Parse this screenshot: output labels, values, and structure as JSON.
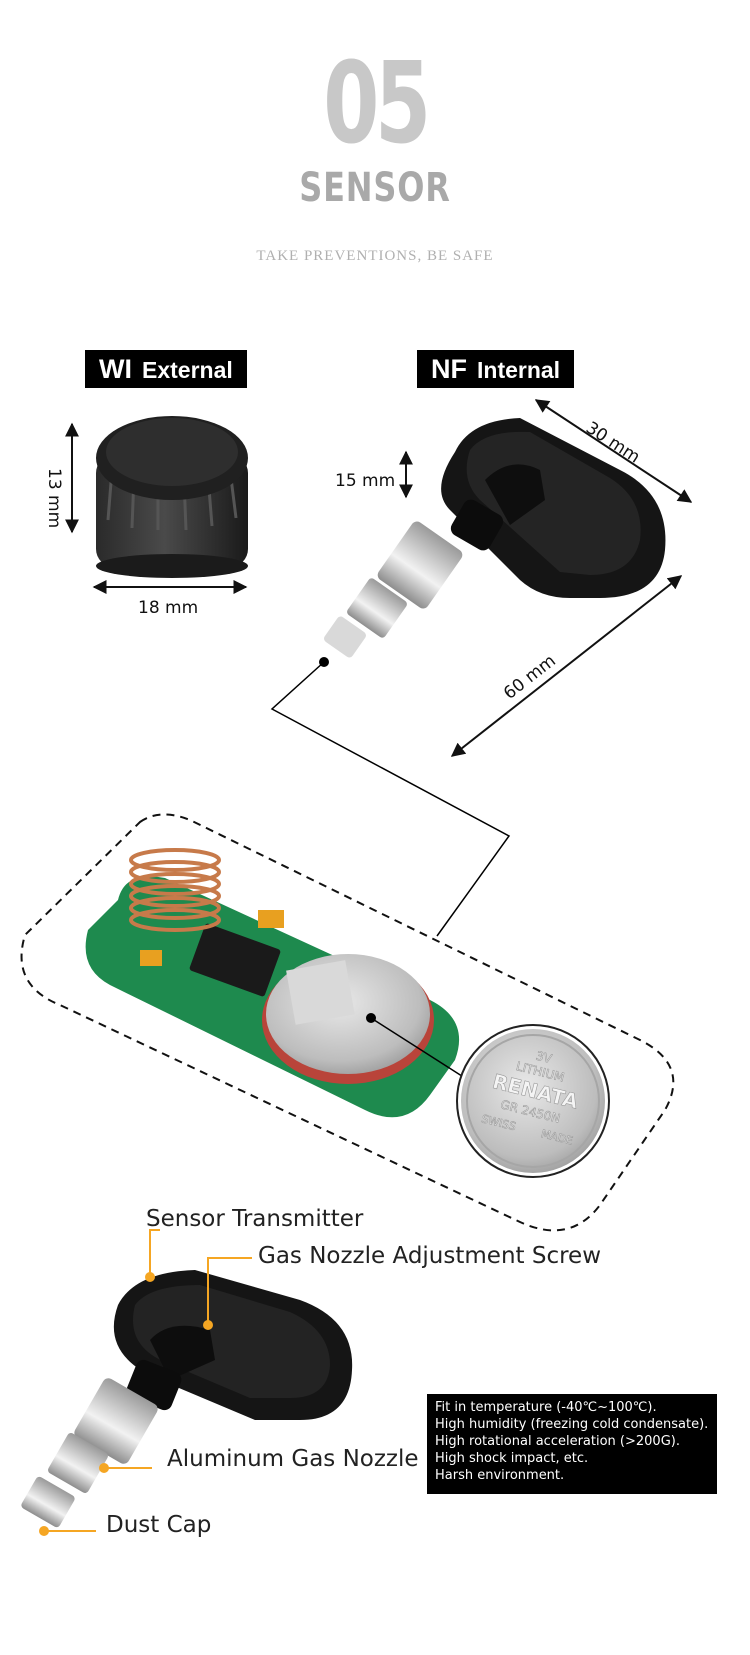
{
  "header": {
    "number": "05",
    "title": "SENSOR",
    "tagline": "TAKE PREVENTIONS, BE SAFE"
  },
  "external": {
    "model": "WI",
    "label": "External",
    "height_label": "13 mm",
    "width_label": "18 mm"
  },
  "internal": {
    "model": "NF",
    "label": "Internal",
    "height_label": "15 mm",
    "width_label": "30 mm",
    "length_label": "60 mm"
  },
  "battery": {
    "line1": "3V",
    "line2": "LITHIUM",
    "line3": "RENATA",
    "line4": "GR 2450N",
    "line5": "SWISS",
    "line6": "MADE"
  },
  "callouts": {
    "sensor_transmitter": "Sensor Transmitter",
    "adjustment_screw": "Gas Nozzle Adjustment Screw",
    "gas_nozzle": "Aluminum Gas Nozzle",
    "dust_cap": "Dust Cap"
  },
  "specs": [
    "Fit in temperature (-40℃~100℃).",
    "High humidity (freezing cold condensate).",
    "High rotational acceleration (>200G).",
    "High shock impact, etc.",
    "Harsh environment."
  ],
  "colors": {
    "callout_accent": "#f5a623",
    "pcb_green": "#1e8a4e",
    "sensor_black": "#151515"
  }
}
